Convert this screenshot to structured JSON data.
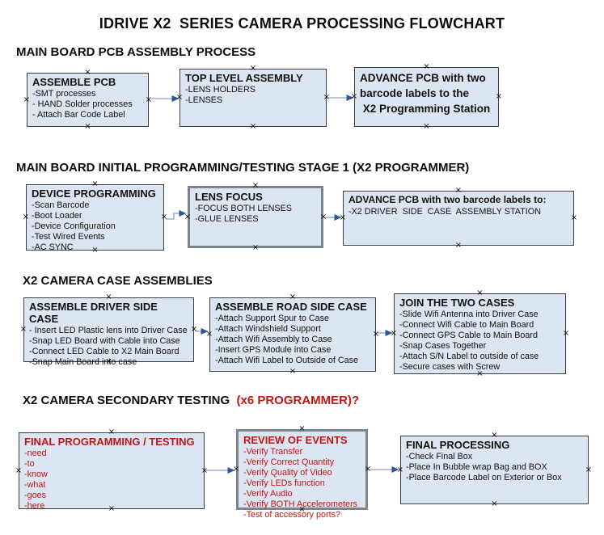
{
  "title": "IDRIVE X2  SERIES CAMERA PROCESSING FLOWCHART",
  "sections": [
    {
      "heading": "MAIN BOARD PCB ASSEMBLY PROCESS"
    },
    {
      "heading": "MAIN BOARD INITIAL PROGRAMMING/TESTING STAGE 1 (X2 PROGRAMMER)"
    },
    {
      "heading": "X2 CAMERA CASE ASSEMBLIES"
    },
    {
      "heading": "X2 CAMERA SECONDARY TESTING  ",
      "heading_red": "(x6 PROGRAMMER)?"
    }
  ],
  "boxes": [
    {
      "title": "ASSEMBLE PCB",
      "items": [
        "-SMT processes",
        "- HAND Solder processes",
        "- Attach Bar Code Label"
      ]
    },
    {
      "title": "TOP LEVEL ASSEMBLY",
      "items": [
        "-LENS HOLDERS",
        "-LENSES"
      ]
    },
    {
      "title": "ADVANCE PCB with two\nbarcode labels to the\n X2 Programming Station",
      "items": []
    },
    {
      "title": "DEVICE PROGRAMMING",
      "items": [
        "-Scan Barcode",
        "-Boot Loader",
        "-Device Configuration",
        "-Test Wired Events",
        "-AC SYNC"
      ]
    },
    {
      "title": "LENS FOCUS",
      "items": [
        "-FOCUS BOTH LENSES",
        "-GLUE LENSES"
      ]
    },
    {
      "title": "ADVANCE PCB with two barcode labels to:",
      "items": [
        "-X2 DRIVER  SIDE  CASE  ASSEMBLY STATION"
      ]
    },
    {
      "title": "ASSEMBLE DRIVER SIDE CASE",
      "items": [
        "- Insert LED Plastic lens into Driver Case",
        "-Snap LED Board with Cable into Case",
        "-Connect LED Cable to X2 Main Board",
        "-Snap Main Board into case"
      ]
    },
    {
      "title": "ASSEMBLE ROAD SIDE CASE",
      "items": [
        "-Attach Support Spur to Case",
        "-Attach Windshield Support",
        "-Attach Wifi Assembly to Case",
        "-Insert GPS Module into Case",
        "-Attach Wifi Label to Outside of Case"
      ]
    },
    {
      "title": "JOIN THE TWO CASES",
      "items": [
        "-Slide Wifi Antenna into Driver Case",
        "-Connect Wifi Cable to Main Board",
        "-Connect GPS Cable to Main Board",
        "-Snap Cases Together",
        "-Attach S/N Label to outside of case",
        "-Secure cases with Screw"
      ]
    },
    {
      "title": "FINAL PROGRAMMING / TESTING",
      "items": [
        "-need",
        "-to",
        "-know",
        "-what",
        "-goes",
        "-here"
      ]
    },
    {
      "title": "REVIEW OF EVENTS",
      "items": [
        "-Verify Transfer",
        "-Verify Correct Quantity",
        "-Verify Quality of Video",
        "-Verify LEDs function",
        "-Verify Audio",
        "-Verify BOTH Accelerometers",
        "-Test of accessory ports?"
      ]
    },
    {
      "title": "FINAL PROCESSING",
      "items": [
        "-Check Final Box",
        "-Place In Bubble wrap Bag and BOX",
        "-Place Barcode Label on Exterior or Box"
      ]
    }
  ],
  "colors": {
    "box_fill": "#dce6f2",
    "box_border": "#3a3f47",
    "gray_border": "#7e848c",
    "accent_red": "#c31414",
    "connector_line": "#9db0d9",
    "connector_head": "#2f5597"
  },
  "icons": {
    "connection_anchor_glyph": "×"
  }
}
